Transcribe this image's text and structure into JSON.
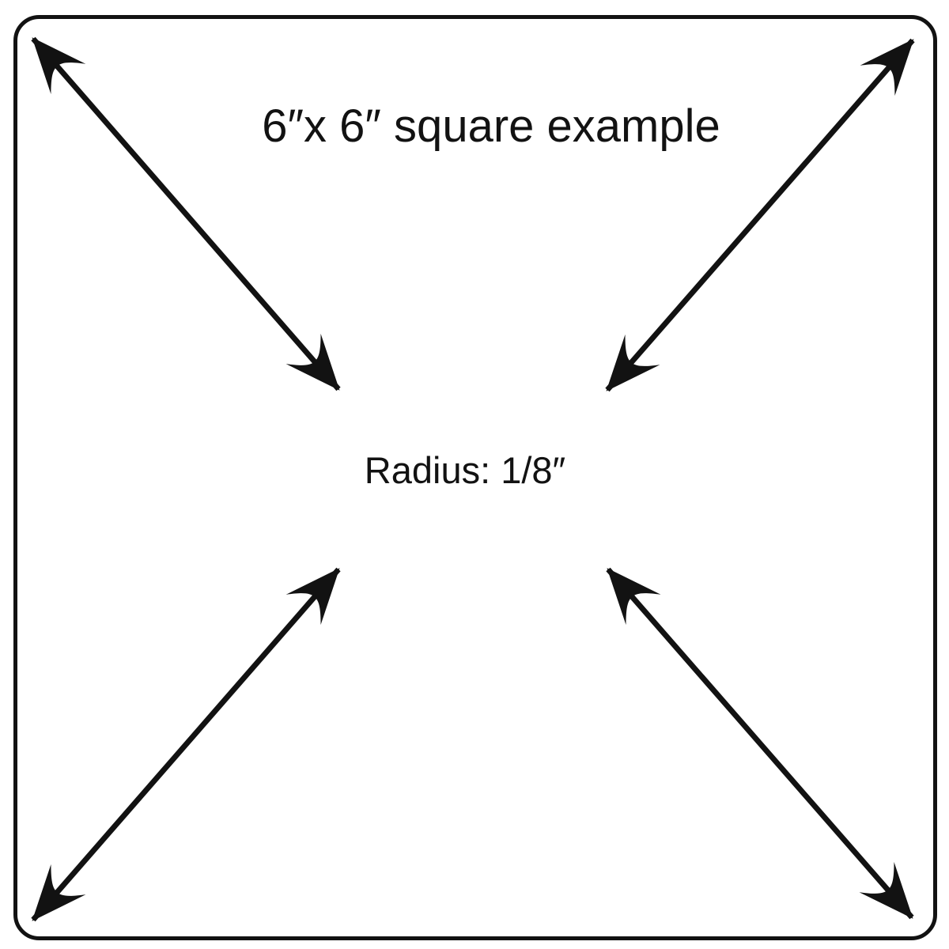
{
  "diagram": {
    "title": "6″x 6″ square example",
    "center_label": "Radius: 1/8″",
    "colors": {
      "ink": "#121212",
      "background": "#ffffff"
    },
    "shape": {
      "type": "rounded-square",
      "label_square_size": "6″x 6″",
      "label_corner_radius": "1/8″"
    },
    "arrows": [
      {
        "position": "top-left-diagonal",
        "style": "double-headed"
      },
      {
        "position": "top-right-diagonal",
        "style": "double-headed"
      },
      {
        "position": "bottom-left-diagonal",
        "style": "double-headed"
      },
      {
        "position": "bottom-right-diagonal",
        "style": "double-headed"
      }
    ]
  }
}
